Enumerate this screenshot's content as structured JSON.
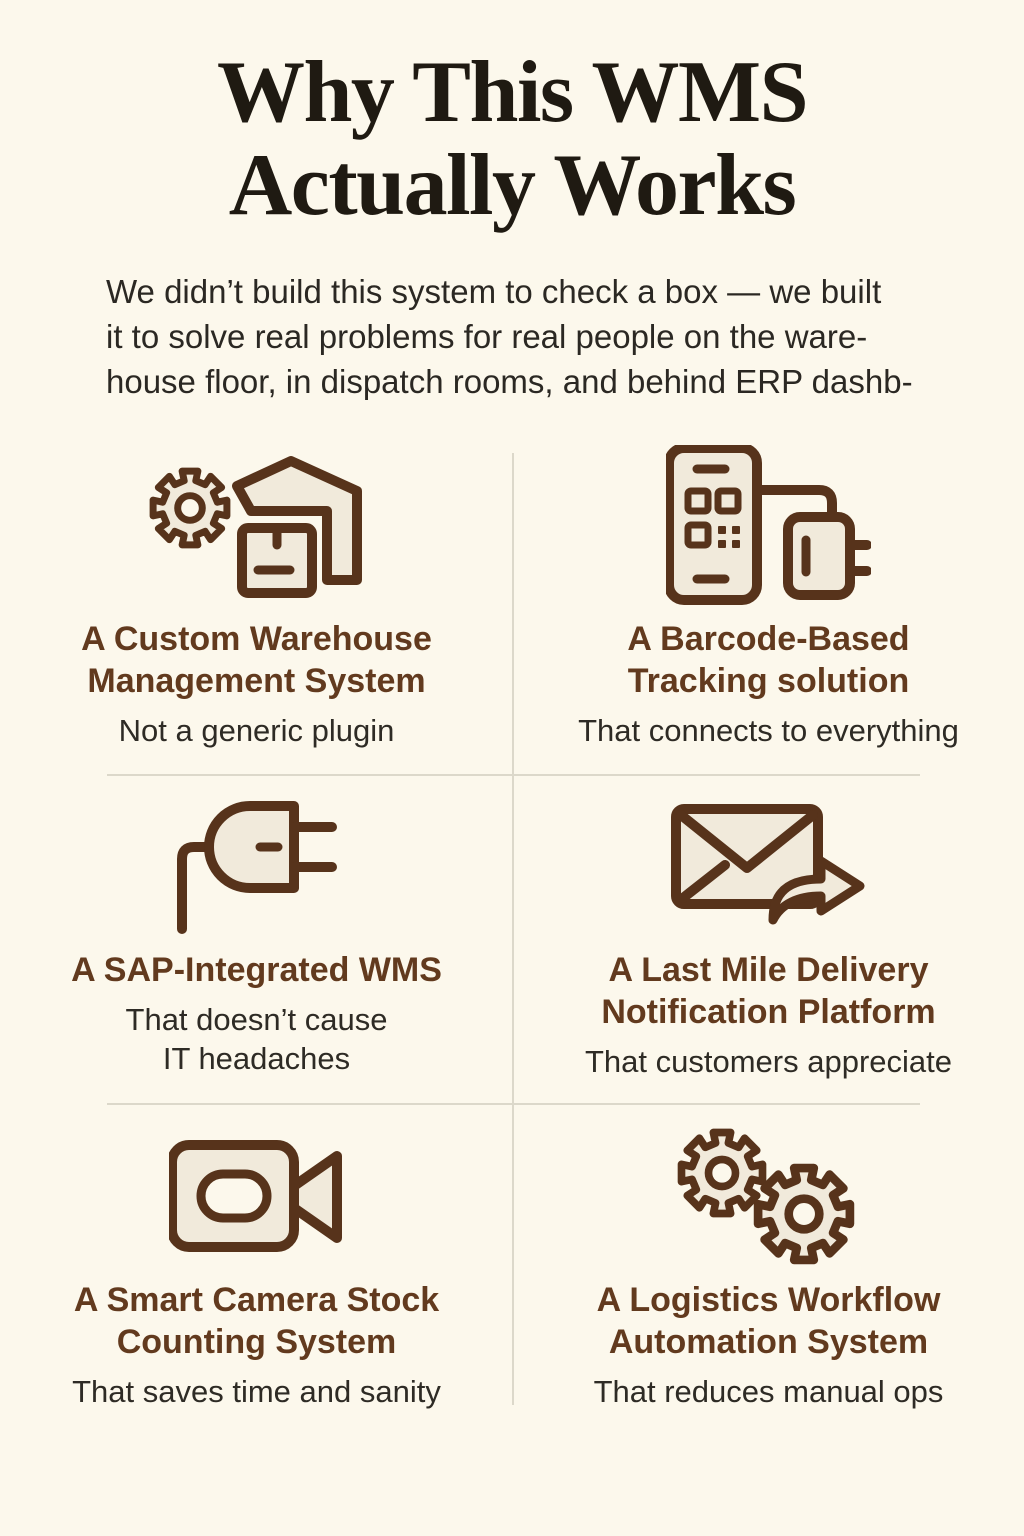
{
  "header": {
    "title": "Why This WMS\nActually Works",
    "intro": "We didn’t build this system to check a box — we built\nit to solve real problems for real people on the ware-\nhouse floor, in dispatch rooms, and behind ERP dashb-"
  },
  "features": [
    {
      "icon": "gear-warehouse-icon",
      "title": "A Custom Warehouse\nManagement System",
      "subtitle": "Not a generic plugin"
    },
    {
      "icon": "barcode-phone-scanner-icon",
      "title": "A Barcode-Based\nTracking solution",
      "subtitle": "That connects to everything"
    },
    {
      "icon": "power-plug-icon",
      "title": "A SAP-Integrated WMS",
      "subtitle": "That doesn’t cause\nIT headaches"
    },
    {
      "icon": "envelope-forward-arrow-icon",
      "title": "A Last Mile Delivery\nNotification Platform",
      "subtitle": "That customers appreciate"
    },
    {
      "icon": "video-camera-icon",
      "title": "A Smart Camera Stock\nCounting System",
      "subtitle": "That saves time and sanity"
    },
    {
      "icon": "double-gears-icon",
      "title": "A Logistics Workflow\nAutomation System",
      "subtitle": "That reduces manual ops"
    }
  ],
  "colors": {
    "background": "#fcf8ec",
    "title_text": "#1f1a12",
    "intro_text": "#2b2823",
    "feature_title": "#623a1e",
    "feature_subtitle": "#2e2b25",
    "icon_stroke": "#57331b",
    "icon_fill": "#f1eadb",
    "divider": "#dcd8ca"
  }
}
